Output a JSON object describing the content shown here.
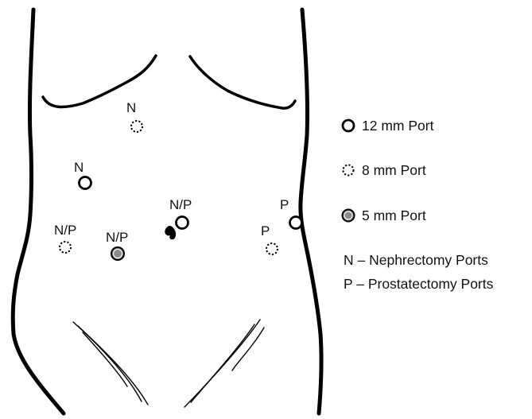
{
  "port_labels": {
    "upper_n": "N",
    "right_n": "N",
    "left_np": "N/P",
    "left_5mm_np": "N/P",
    "umbilical_np": "N/P",
    "flank_p": "P",
    "lower_left_p": "P"
  },
  "legend": {
    "port_12mm": "12 mm Port",
    "port_8mm": "8 mm Port",
    "port_5mm": "5 mm Port",
    "n_definition": "N – Nephrectomy Ports",
    "p_definition": "P – Prostatectomy Ports"
  },
  "colors": {
    "outline": "#000000",
    "port_5mm_fill": "#8a8a8a",
    "background": "#ffffff"
  }
}
